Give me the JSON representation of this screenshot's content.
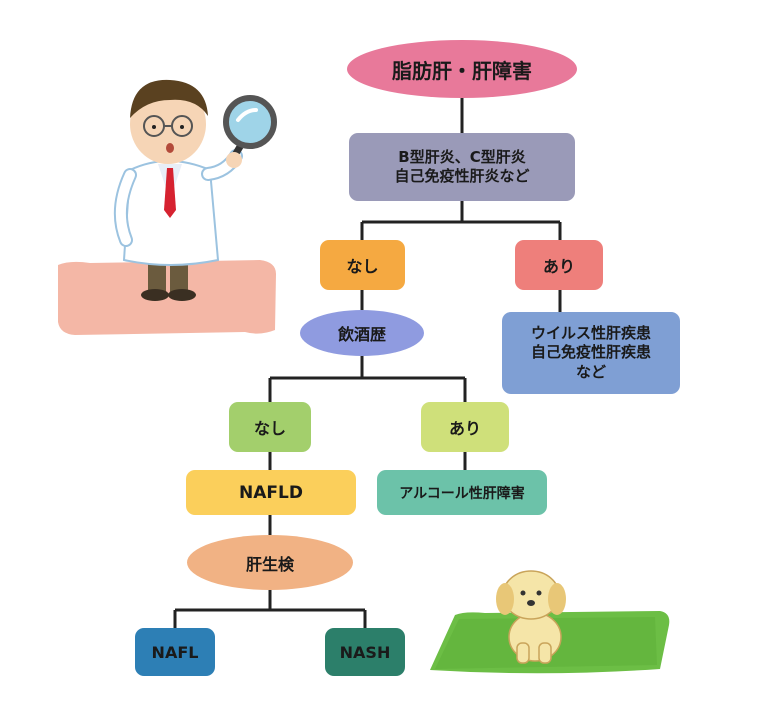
{
  "diagram": {
    "root": "脂肪肝・肝障害",
    "check": [
      "B型肝炎、C型肝炎",
      "自己免疫性肝炎など"
    ],
    "branch1_no": "なし",
    "branch1_yes": "あり",
    "branch1_yes_result": [
      "ウイルス性肝疾患",
      "自己免疫性肝疾患",
      "など"
    ],
    "alcohol_history": "飲酒歴",
    "branch2_no": "なし",
    "branch2_yes": "あり",
    "alcohol_result": "アルコール性肝障害",
    "nafld": "NAFLD",
    "biopsy": "肝生検",
    "nafl": "NAFL",
    "nash": "NASH"
  },
  "colors": {
    "root": "#e8799a",
    "check": "#9a9ab8",
    "no1": "#f5a941",
    "yes1": "#ee7f7b",
    "yes1_result": "#7f9fd4",
    "alcohol": "#8f9be0",
    "no2": "#a3cf6c",
    "yes2": "#cfe07a",
    "alcohol_result": "#6cc2a9",
    "nafld": "#fbcf5b",
    "biopsy": "#f1b284",
    "nafl": "#2d7fb5",
    "nash": "#2c7f6a"
  },
  "illustrations": [
    "doctor-with-magnifier",
    "puppy-on-grass"
  ]
}
